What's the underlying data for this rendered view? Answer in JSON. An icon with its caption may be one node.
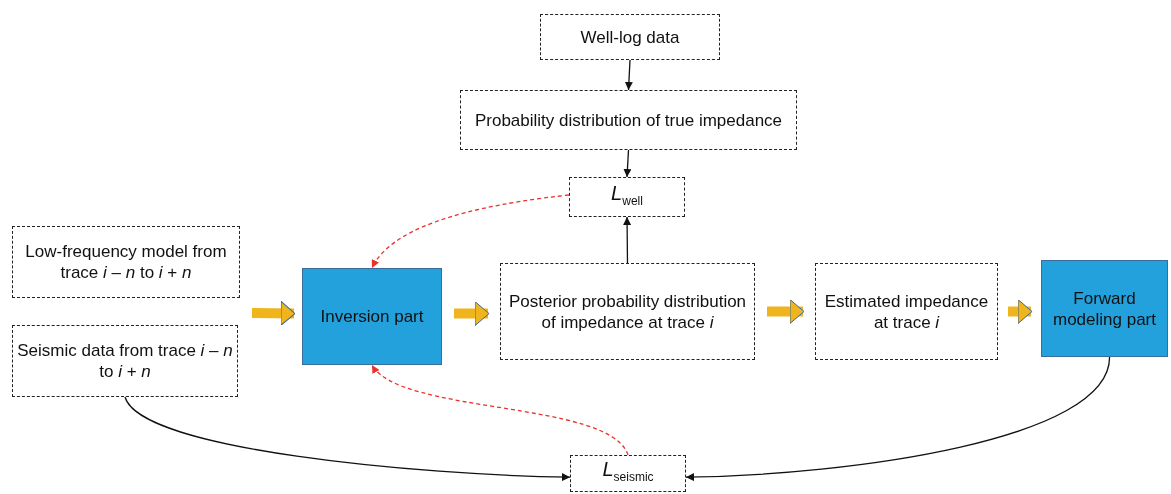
{
  "diagram": {
    "nodes": [
      {
        "text": [
          "Well-log data"
        ]
      },
      {
        "text": [
          "Probability distribution of true impedance"
        ]
      },
      {
        "text": [
          "*L*$_{well}$"
        ]
      },
      {
        "text": [
          "Low-frequency model from trace *i* – *n* to *i* + *n*"
        ]
      },
      {
        "text": [
          "Seismic data from trace  *i* – *n* to *i* + *n*"
        ]
      },
      {
        "text": [
          "Inversion part"
        ]
      },
      {
        "text": [
          "Posterior probability distribution of impedance at trace *i*"
        ]
      },
      {
        "text": [
          "Estimated impedance at trace *i*"
        ]
      },
      {
        "text": [
          "Forward modeling part"
        ]
      },
      {
        "text": [
          "*L*$_{seismic}$"
        ]
      }
    ],
    "edges": [
      {
        "from": 0,
        "to": 1,
        "arrow": "to"
      },
      {
        "from": 1,
        "to": 2,
        "arrow": "to"
      },
      {
        "from": 6,
        "to": 2,
        "arrow": "to"
      },
      {
        "from": 2,
        "to": 5,
        "arrow": "to",
        "style": "dashed",
        "color": "#e8322a"
      },
      {
        "from": 9,
        "to": 5,
        "arrow": "to",
        "style": "dashed",
        "color": "#e8322a"
      },
      {
        "from": null,
        "to": 5,
        "arrow": "to",
        "style": "thick",
        "color": "#f0b41c"
      },
      {
        "from": 5,
        "to": 6,
        "arrow": "to",
        "style": "thick",
        "color": "#f0b41c"
      },
      {
        "from": 6,
        "to": 7,
        "arrow": "to",
        "style": "thick",
        "color": "#f0b41c"
      },
      {
        "from": 7,
        "to": 8,
        "arrow": "to",
        "style": "thick",
        "color": "#f0b41c"
      },
      {
        "from": 4,
        "to": 9,
        "arrow": "to"
      },
      {
        "from": 8,
        "to": 9,
        "arrow": "to"
      }
    ]
  }
}
